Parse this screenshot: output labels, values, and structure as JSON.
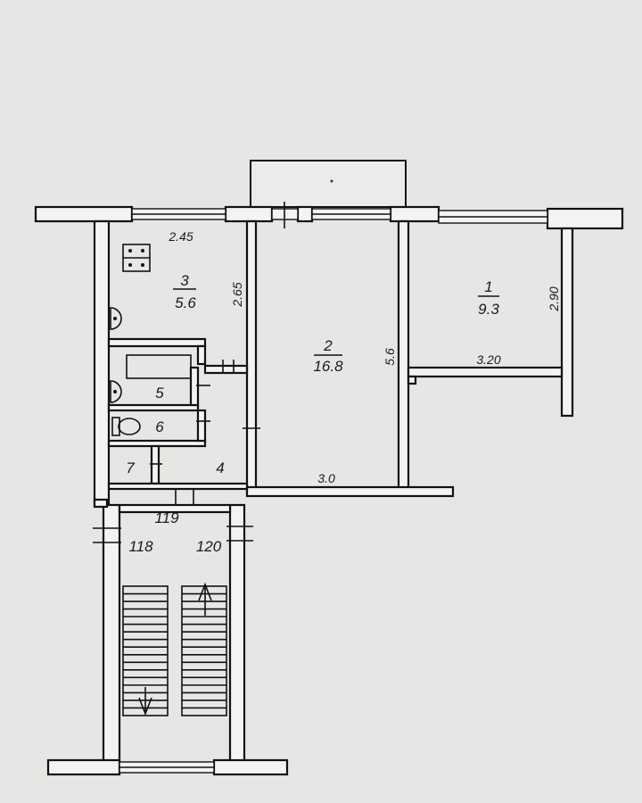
{
  "rooms": {
    "r1": {
      "number": "1",
      "area": "9.3"
    },
    "r2": {
      "number": "2",
      "area": "16.8"
    },
    "r3": {
      "number": "3",
      "area": "5.6"
    },
    "r4": {
      "number": "4"
    },
    "r5": {
      "number": "5"
    },
    "r6": {
      "number": "6"
    },
    "r7": {
      "number": "7"
    }
  },
  "dimensions": {
    "kitchen_width": "2.45",
    "kitchen_depth": "2.65",
    "room2_depth": "5.6",
    "room2_width": "3.0",
    "room1_depth": "2.90",
    "room1_width": "3.20"
  },
  "apartments": {
    "left": "118",
    "middle": "119",
    "right": "120"
  }
}
